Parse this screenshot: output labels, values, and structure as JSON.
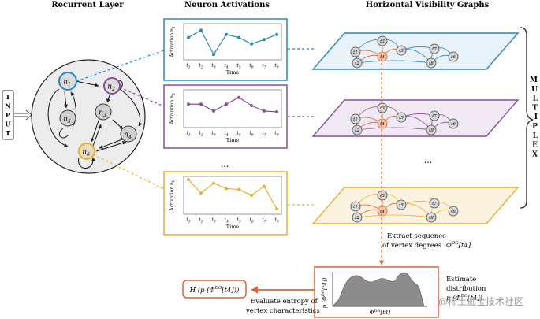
{
  "headers": {
    "recurrent": "Recurrent Layer",
    "activations": "Neuron Activations",
    "hvg": "Horizontal Visibility Graphs"
  },
  "input_letters": [
    "I",
    "N",
    "P",
    "U",
    "T"
  ],
  "multiplex_letters": [
    "M",
    "U",
    "L",
    "T",
    "I",
    "P",
    "L",
    "E",
    "X"
  ],
  "neurons": [
    {
      "id": "n1",
      "label": "n",
      "sub": "1",
      "kind": "input-blue"
    },
    {
      "id": "n2",
      "label": "n",
      "sub": "2",
      "kind": "purple"
    },
    {
      "id": "n3",
      "label": "n",
      "sub": "3",
      "kind": "gray"
    },
    {
      "id": "n4",
      "label": "n",
      "sub": "4",
      "kind": "gray"
    },
    {
      "id": "n5",
      "label": "n",
      "sub": "5",
      "kind": "gray"
    },
    {
      "id": "n6",
      "label": "n",
      "sub": "6",
      "kind": "yellow"
    }
  ],
  "panels": [
    {
      "id": "n1",
      "ylabel": "Activation n",
      "ysub": "1",
      "color": "#2b86b8",
      "values": [
        0.45,
        0.62,
        0.05,
        0.52,
        0.45,
        0.3,
        0.4,
        0.52
      ]
    },
    {
      "id": "n2",
      "ylabel": "Activation n",
      "ysub": "2",
      "color": "#8a4f9a",
      "values": [
        0.45,
        0.45,
        0.3,
        0.45,
        0.6,
        0.42,
        0.3,
        0.28
      ]
    },
    {
      "id": "n6",
      "ylabel": "Activation n",
      "ysub": "6",
      "color": "#e3b135",
      "values": [
        0.7,
        0.4,
        0.62,
        0.5,
        0.48,
        0.35,
        0.55,
        0.05
      ]
    }
  ],
  "time_ticks": [
    "t1",
    "t2",
    "t3",
    "t4",
    "t5",
    "t6",
    "t7",
    "t8"
  ],
  "tick_t": "t",
  "xlabel": "Time",
  "ellipsis": "...",
  "hvg_layers": [
    {
      "id": "blue",
      "color": "#2b86b8",
      "fill": "#e8f2f8"
    },
    {
      "id": "purple",
      "color": "#8a4f9a",
      "fill": "#f0e8f2"
    },
    {
      "id": "yellow",
      "color": "#e3b135",
      "fill": "#fbf3df"
    }
  ],
  "hvg_nodes": [
    "t3",
    "t1",
    "t4",
    "t2",
    "t5",
    "t7",
    "t8",
    "t6"
  ],
  "extract_text": [
    "Extract sequence",
    "of vertex degrees"
  ],
  "phi_main": "Φ",
  "phi_sup": "DG",
  "phi_arg": "[t4]",
  "estimate_text": [
    "Estimate",
    "distribution"
  ],
  "estimate_formula": "p (Φ",
  "estimate_formula_tail": "[t4])",
  "dist_ylabel": "p (Φ",
  "dist_ylabel_tail": "[t4])",
  "dist_xlabel": "Φ",
  "dist_xlabel_tail": "[t4]",
  "entropy_prefix": "H (p (Φ",
  "entropy_suffix": "[t4]))",
  "evaluate_text": [
    "Evaluate entropy of",
    "vertex characteristics"
  ],
  "watermark": "@稀土掘金技术社区",
  "colors": {
    "blue": "#2b86b8",
    "purple": "#8a4f9a",
    "yellow": "#e3b135",
    "orange": "#d5673a",
    "gray_fill": "#d0d0d0"
  }
}
